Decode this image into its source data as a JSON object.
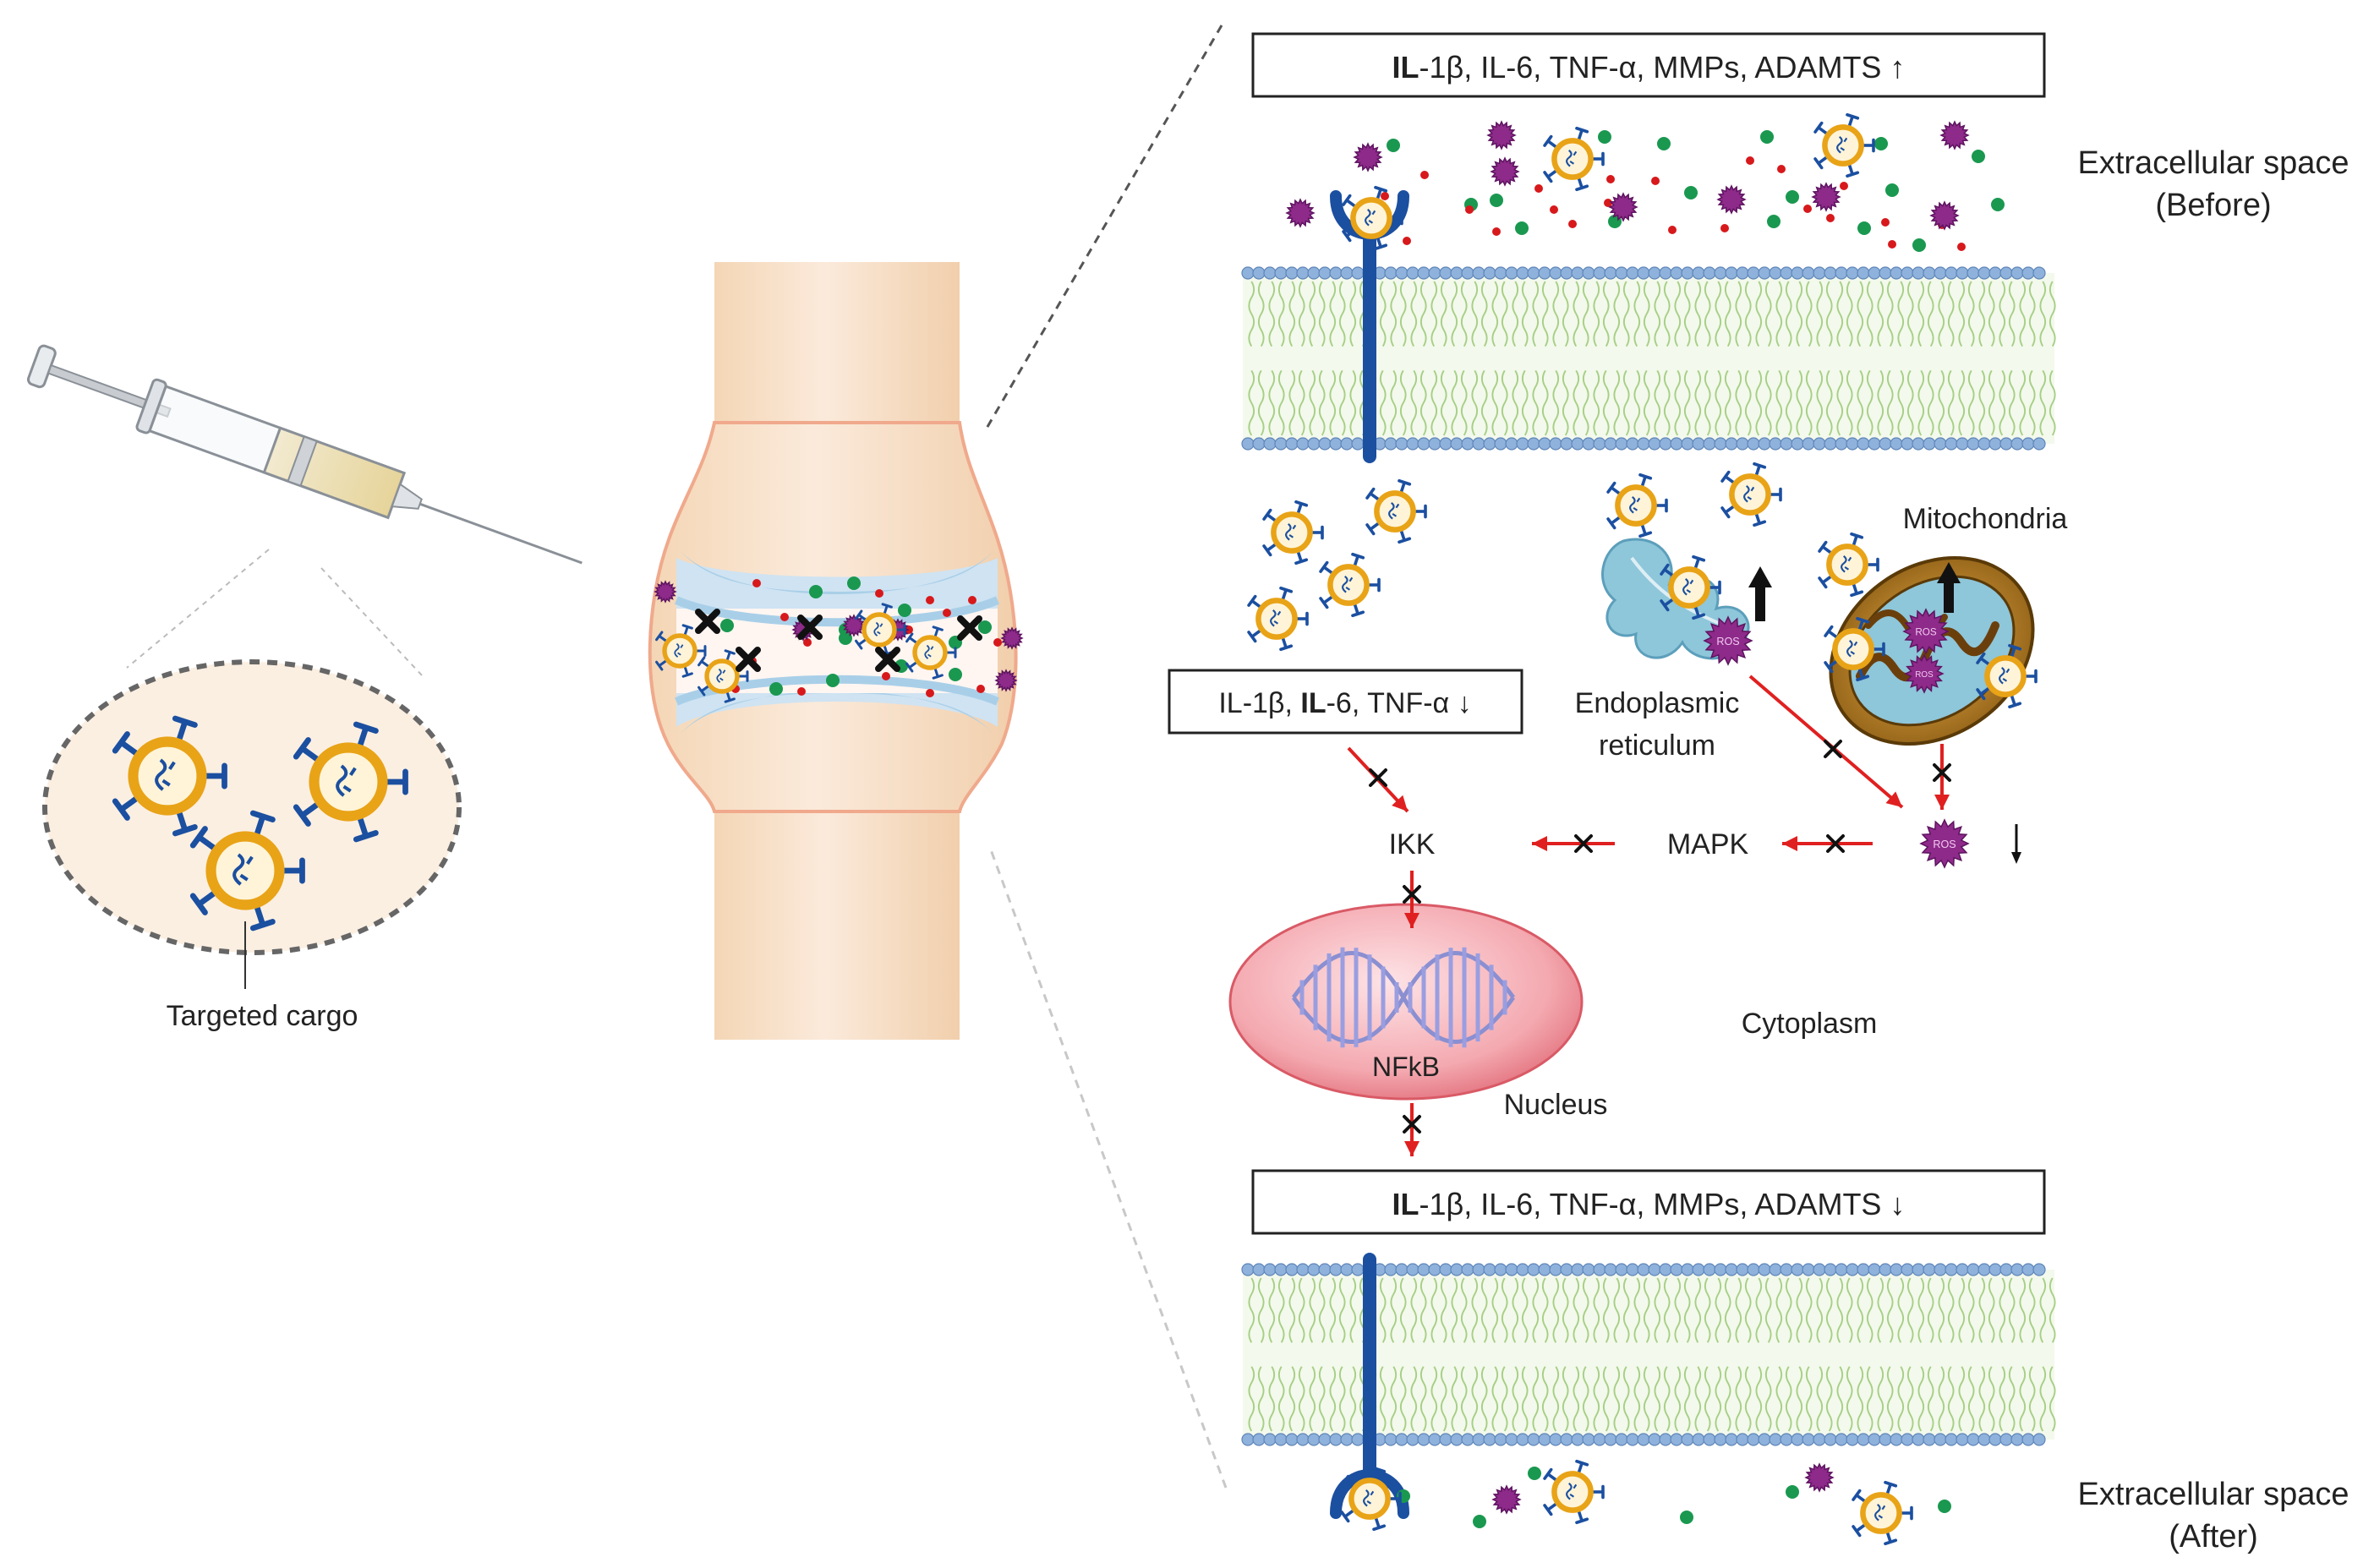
{
  "labels": {
    "targeted_cargo": "Targeted cargo",
    "extracellular_before_line1": "Extracellular space",
    "extracellular_before_line2": "(Before)",
    "extracellular_after_line1": "Extracellular space",
    "extracellular_after_line2": "(After)",
    "mitochondria": "Mitochondria",
    "er_line1": "Endoplasmic",
    "er_line2": "reticulum",
    "ikk": "IKK",
    "mapk": "MAPK",
    "nfkb": "NFkB",
    "nucleus": "Nucleus",
    "cytoplasm": "Cytoplasm",
    "ros": "ROS"
  },
  "boxes": {
    "top": {
      "bold": "IL",
      "rest": "-1β, IL-6, TNF-α, MMPs, ADAMTS ↑"
    },
    "mid": {
      "p1": "IL-1β, ",
      "bold": "IL",
      "p2": "-6, TNF-α ↓"
    },
    "bottom": {
      "bold": "IL",
      "rest": "-1β, IL-6, TNF-α, MMPs, ADAMTS ↓"
    }
  },
  "colors": {
    "membrane_head": "#8fb2dc",
    "membrane_tail": "#9cc97a",
    "receptor": "#1b4fa0",
    "cargo_ring": "#e8a317",
    "ros": "#8e2a8a",
    "green_dot": "#1a9850",
    "red_dot": "#d7191c",
    "arrow_red": "#e02020",
    "nucleus_fill": "#f2a3aa",
    "joint_bone": "#f6dcc0",
    "cartilage": "#bcd9ee"
  }
}
